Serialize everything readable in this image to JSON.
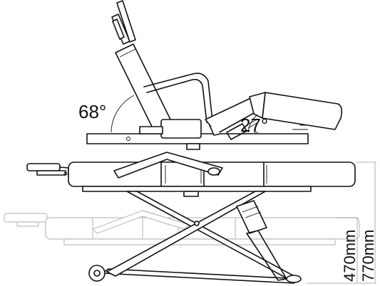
{
  "annotations": {
    "back_angle": "68°",
    "leg_angle": "27°",
    "min_height": "470mm",
    "max_height": "770mm"
  }
}
